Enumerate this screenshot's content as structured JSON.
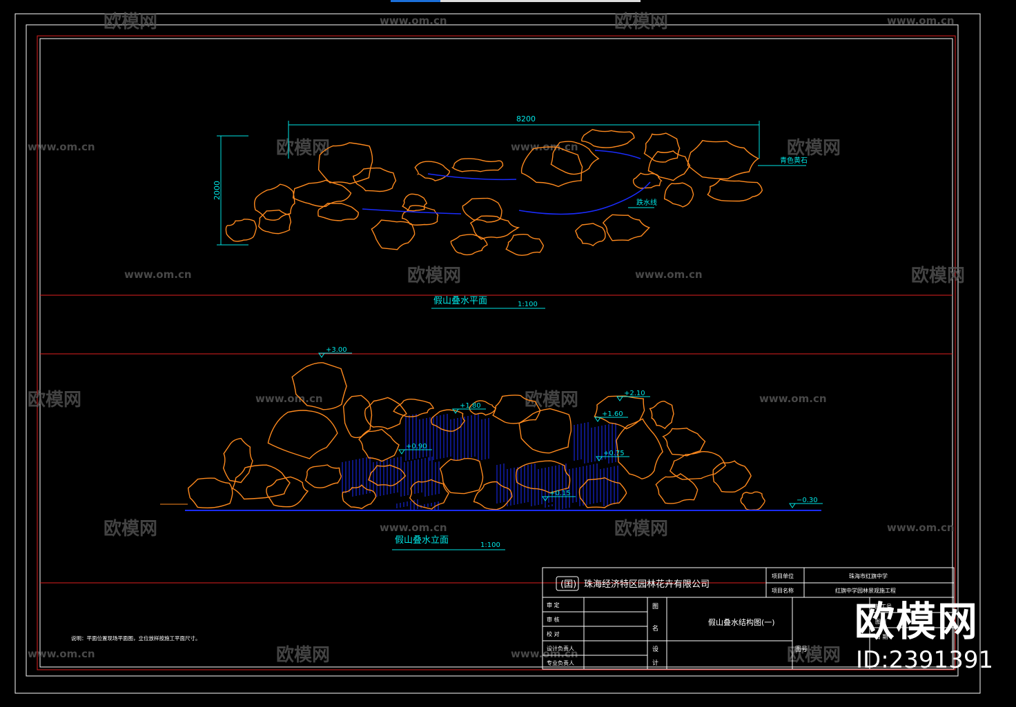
{
  "plan_view": {
    "title": "假山叠水平面",
    "scale": "1:100",
    "dim_width": "8200",
    "dim_height": "2000",
    "label_stone": "青色黄石",
    "label_water": "跌水线"
  },
  "elevation_view": {
    "title": "假山叠水立面",
    "scale": "1:100",
    "levels": [
      "+3.00",
      "+1.80",
      "+2.10",
      "+1.60",
      "+0.90",
      "+0.75",
      "+0.15",
      "−0.30"
    ]
  },
  "title_block": {
    "company": "珠海经济特区园林花卉有限公司",
    "project_label": "项目单位",
    "project_value": "珠海市红旗中学",
    "name_label": "项目名称",
    "name_value": "红旗中学园林景观施工程",
    "roles": [
      "审 定",
      "审 核",
      "校 对",
      "设计负责人",
      "专业负责人"
    ],
    "drawing_label_a": "图",
    "drawing_label_b": "名",
    "drawing_title": "假山叠水结构图(一)",
    "design_a": "设",
    "design_b": "计",
    "right_labels": [
      "施工号",
      "图别",
      "日 期"
    ],
    "seal": "图号",
    "note": "说明：平面位置现场平面图，立位放样按施工平面尺寸。"
  },
  "watermark": {
    "brand": "欧模网",
    "url": "www.om.cn"
  },
  "badge": {
    "brand": "欧模网",
    "id": "ID:2391391"
  },
  "colors": {
    "background": "#000000",
    "frame": "#ffffff",
    "red_line": "#e02020",
    "rock": "#ff8a1e",
    "water": "#1a2cff",
    "dimension": "#00e6e6",
    "watermark": "#5a5a5a"
  }
}
